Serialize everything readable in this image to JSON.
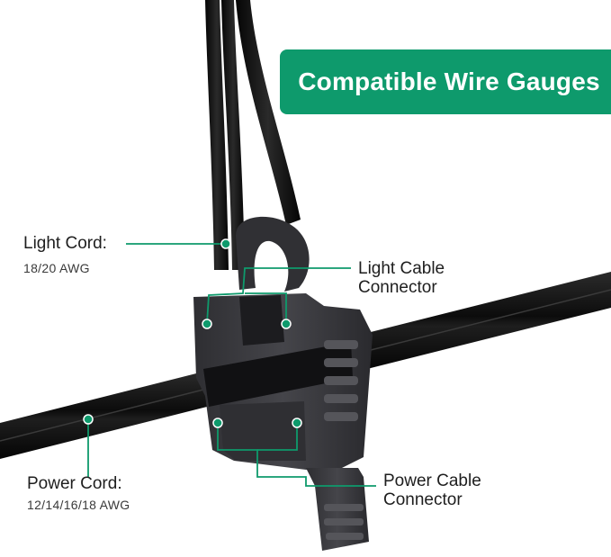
{
  "header": {
    "title": "Compatible Wire Gauges"
  },
  "callouts": {
    "light_cord": {
      "label": "Light Cord:",
      "spec": "18/20 AWG"
    },
    "light_connector": {
      "line1": "Light Cable",
      "line2": "Connector"
    },
    "power_cord": {
      "label": "Power Cord:",
      "spec": "12/14/16/18 AWG"
    },
    "power_connector": {
      "line1": "Power Cable",
      "line2": "Connector"
    }
  },
  "colors": {
    "accent": "#0e9a6c",
    "cable": "#151515",
    "connector": "#3a3a3e",
    "connector_dark": "#26262a",
    "text": "#1e1e1e"
  }
}
